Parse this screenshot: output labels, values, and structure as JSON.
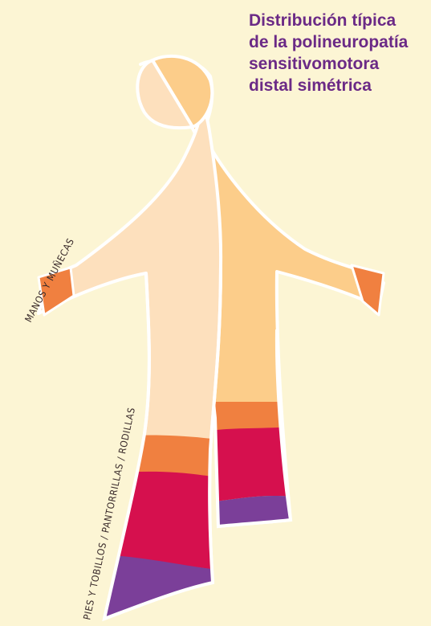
{
  "title": {
    "line1": "Distribución típica",
    "line2": "de la polineuropatía",
    "line3": "sensitivomotora",
    "line4": "distal simétrica"
  },
  "labels": {
    "hands": "MANOS Y MUÑECAS",
    "legs": "PIES Y TOBILLOS / PANTORRILLAS / RODILLAS"
  },
  "colors": {
    "background": "#fcf5d4",
    "figure_light": "#fde0bd",
    "figure_dark": "#fccd8a",
    "hands_wrists": "#f08040",
    "knees": "#f08040",
    "calves": "#d6104e",
    "feet": "#7b3f99",
    "title": "#6b2a86"
  }
}
